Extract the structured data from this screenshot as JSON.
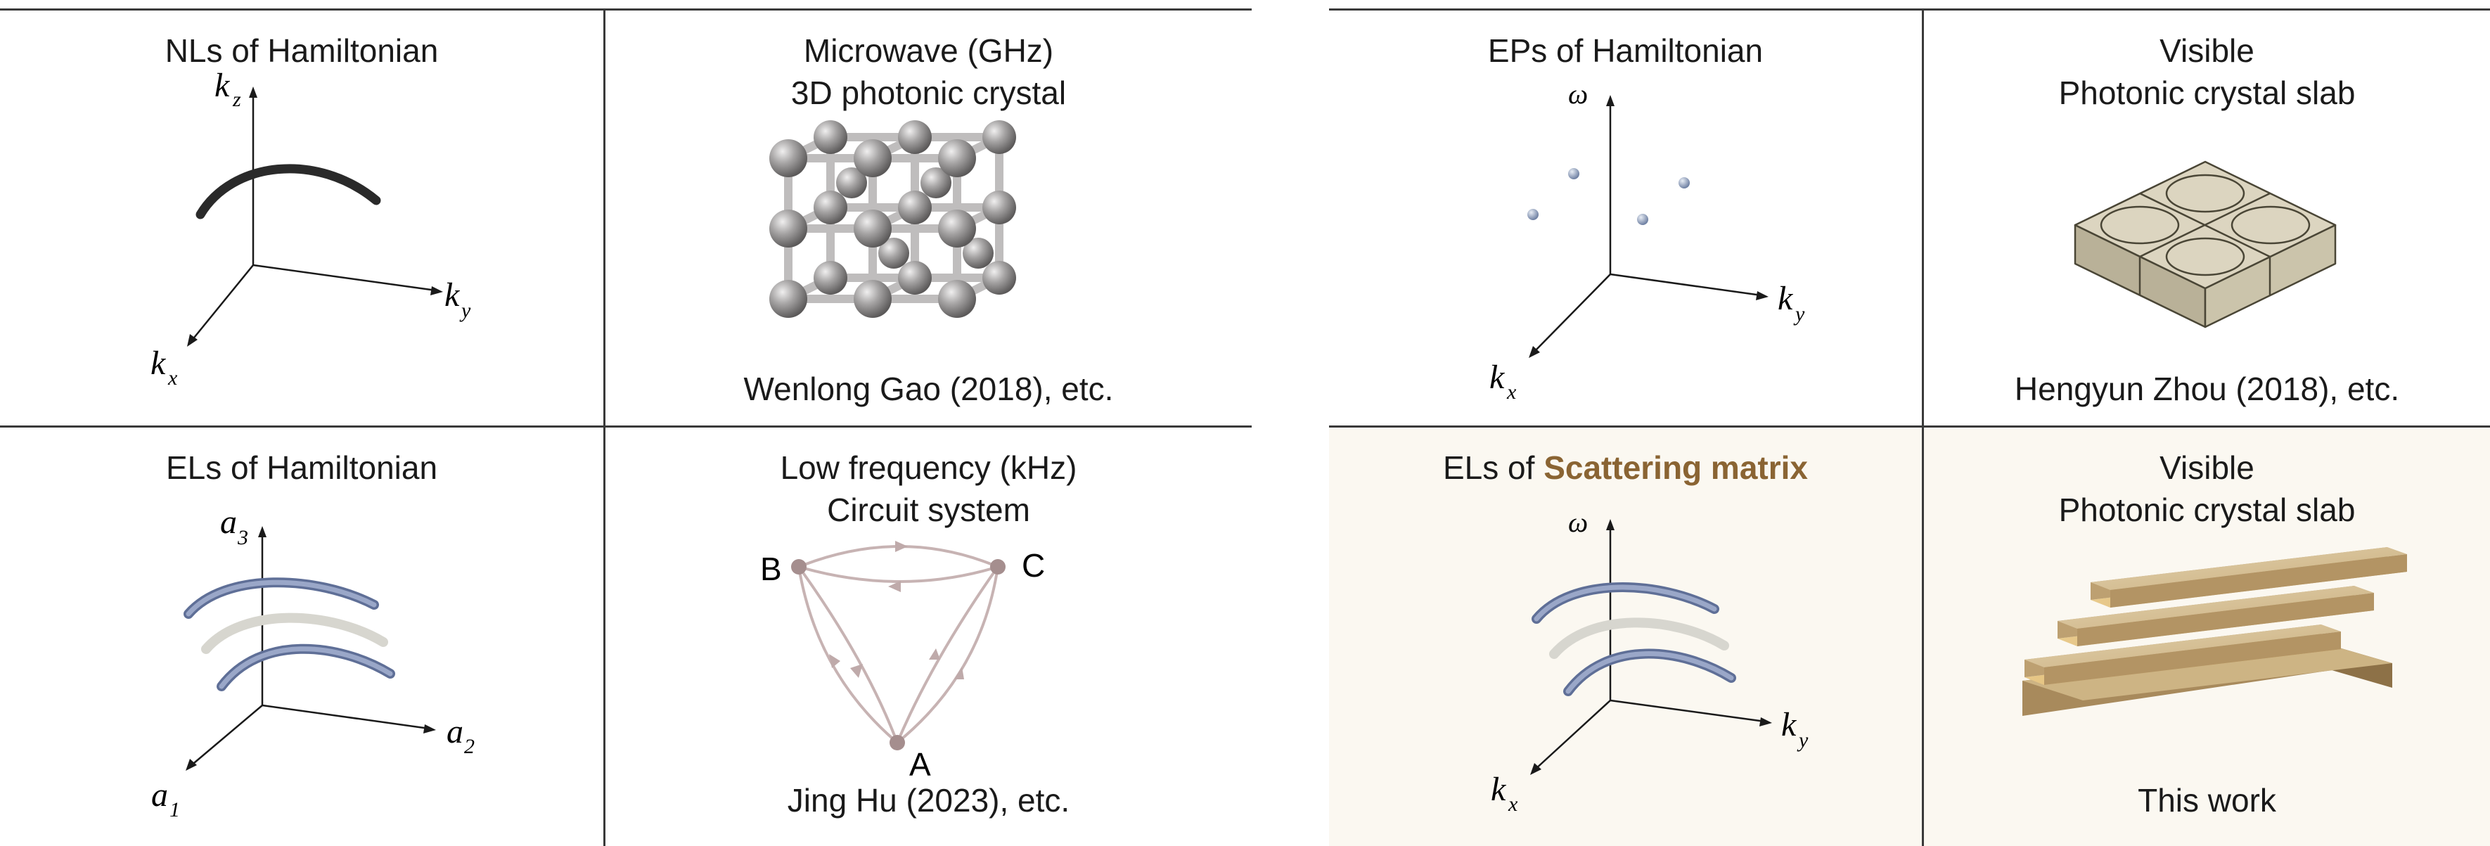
{
  "left_panel": {
    "top_left": {
      "title": "NLs of Hamiltonian",
      "axes": {
        "z": "k",
        "z_sub": "z",
        "y": "k",
        "y_sub": "y",
        "x": "k",
        "x_sub": "x"
      }
    },
    "top_right": {
      "title_line1": "Microwave (GHz)",
      "title_line2": "3D photonic crystal",
      "caption": "Wenlong Gao (2018), etc."
    },
    "bottom_left": {
      "title": "ELs of Hamiltonian",
      "axes": {
        "z": "a",
        "z_sub": "3",
        "y": "a",
        "y_sub": "2",
        "x": "a",
        "x_sub": "1"
      }
    },
    "bottom_right": {
      "title_line1": "Low frequency (kHz)",
      "title_line2": "Circuit system",
      "nodes": {
        "b": "B",
        "c": "C",
        "a": "A"
      },
      "caption": "Jing Hu (2023), etc."
    }
  },
  "right_panel": {
    "top_left": {
      "title": "EPs of Hamiltonian",
      "axes": {
        "z": "ω",
        "y": "k",
        "y_sub": "y",
        "x": "k",
        "x_sub": "x"
      }
    },
    "top_right": {
      "title_line1": "Visible",
      "title_line2": "Photonic crystal slab",
      "caption": "Hengyun Zhou (2018), etc."
    },
    "bottom_left": {
      "title_prefix": "ELs of ",
      "title_accent": "Scattering matrix",
      "axes": {
        "z": "ω",
        "y": "k",
        "y_sub": "y",
        "x": "k",
        "x_sub": "x"
      }
    },
    "bottom_right": {
      "title_line1": "Visible",
      "title_line2": "Photonic crystal slab",
      "caption": "This work"
    }
  },
  "colors": {
    "grid_line": "#3a3a3a",
    "accent_text": "#8a6433",
    "highlight_background": "#fbf8f1",
    "nodal_line": "#2a2a2a",
    "exceptional_line_blue": "#7f8fb3",
    "exceptional_line_gray": "#c4c4bc",
    "sphere": "#9c9a9a",
    "circuit": "#c7b3b3",
    "slab": "#dcd5c0",
    "grating": "#d8bb84"
  }
}
